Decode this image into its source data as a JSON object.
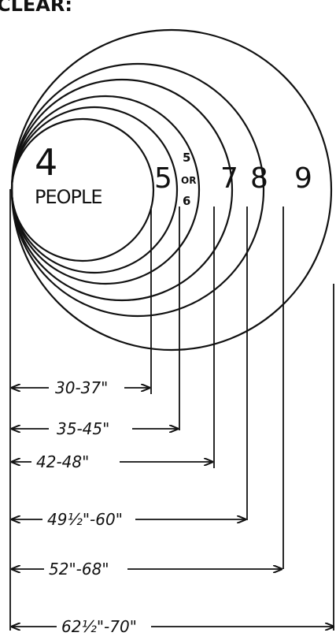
{
  "header_fragment": "CLEAR:",
  "center": {
    "number": "4",
    "word": "PEOPLE"
  },
  "ring_labels": {
    "five": "5",
    "five_or_six": {
      "top": "5",
      "mid": "OR",
      "bot": "6"
    },
    "seven": "7",
    "eight": "8",
    "nine": "9"
  },
  "dimensions": [
    "30-37\"",
    "35-45\"",
    "42-48\"",
    "49½\"-60\"",
    "52\"-68\"",
    "62½\"-70\""
  ],
  "colors": {
    "ink": "#111111",
    "paper": "#ffffff"
  }
}
